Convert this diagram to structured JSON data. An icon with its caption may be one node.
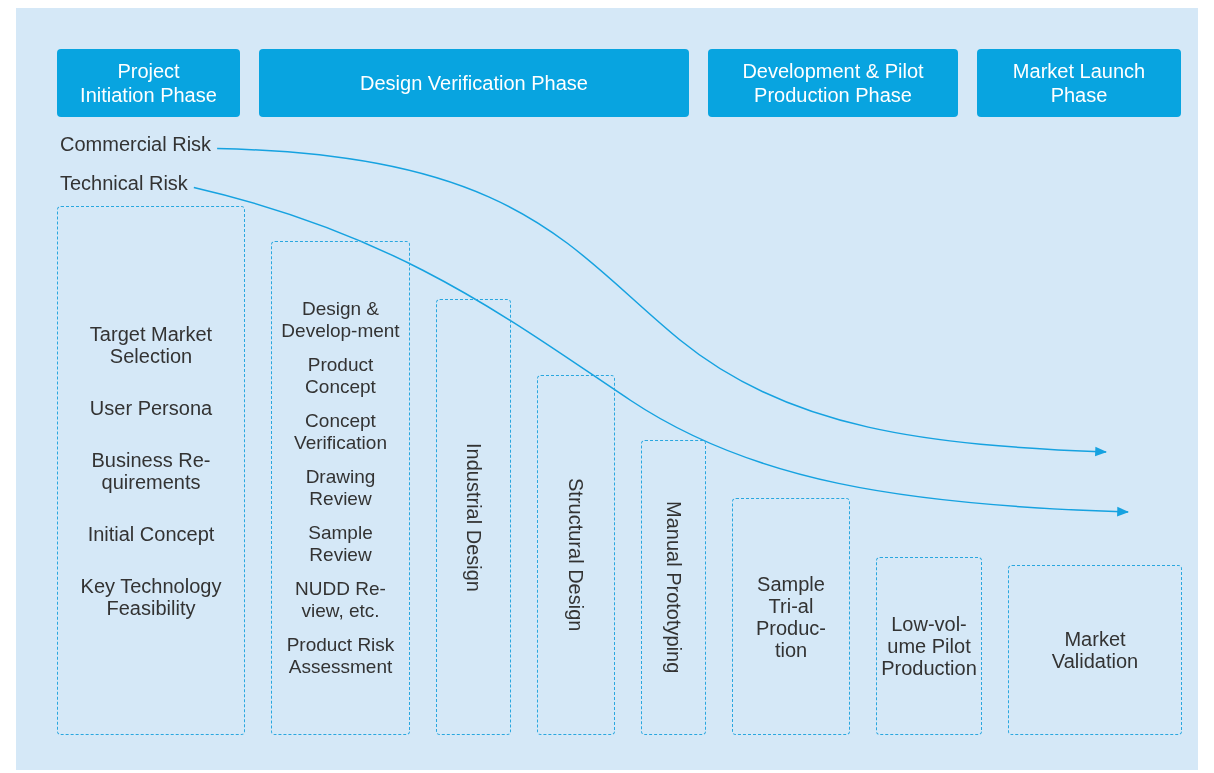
{
  "diagram": {
    "nodes": [
      {
        "text": [
          "Project Initiation Phase"
        ]
      },
      {
        "text": [
          "Design Verification Phase"
        ]
      },
      {
        "text": [
          "Development & Pilot Production Phase"
        ]
      },
      {
        "text": [
          "Market Launch Phase"
        ]
      },
      {
        "text": [
          "Commercial Risk"
        ]
      },
      {
        "text": [
          "Technical Risk"
        ]
      },
      {
        "text": [
          "Target Market Selection",
          "User Persona",
          "Business Re-quirements",
          "Initial Concept",
          "Key Technology Feasibility"
        ]
      },
      {
        "text": [
          "Design & Develop-ment",
          "Product Concept",
          "Concept Verification",
          "Drawing Review",
          "Sample Review",
          "NUDD Re-view, etc.",
          "Product Risk Assessment"
        ]
      },
      {
        "text": [
          "Industrial Design"
        ]
      },
      {
        "text": [
          "Structural Design"
        ]
      },
      {
        "text": [
          "Manual Prototyping"
        ]
      },
      {
        "text": [
          "Sample Tri-al Produc-tion"
        ]
      },
      {
        "text": [
          "Low-vol-ume Pilot Production"
        ]
      },
      {
        "text": [
          "Market Validation"
        ]
      }
    ],
    "edges": [
      {
        "from": 4,
        "to": null,
        "arrow": "to"
      },
      {
        "from": 5,
        "to": null,
        "arrow": "to"
      }
    ]
  }
}
